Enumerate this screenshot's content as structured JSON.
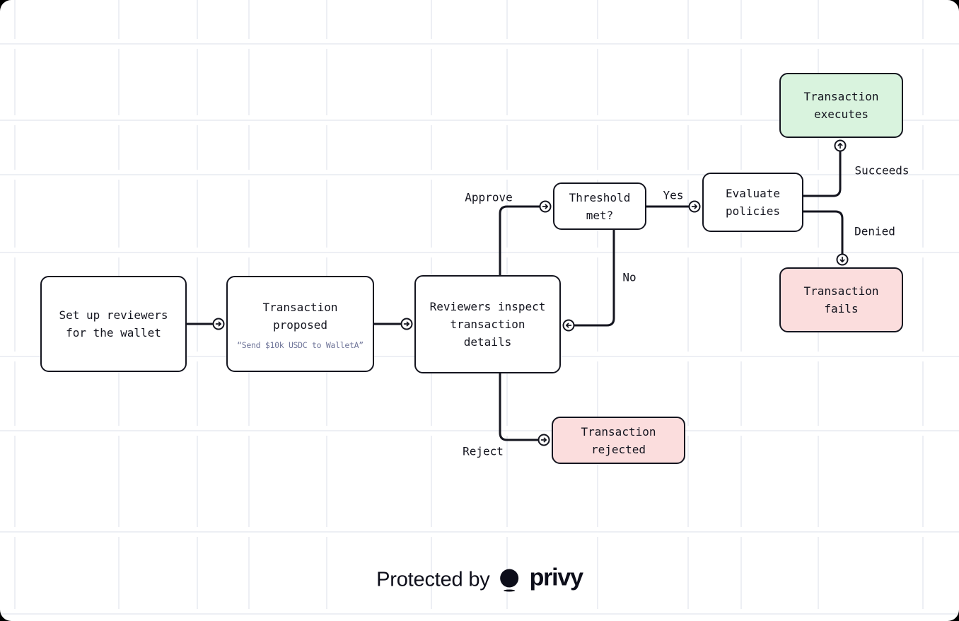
{
  "diagram": {
    "nodes": {
      "setup": {
        "label": "Set up reviewers for the wallet"
      },
      "proposed": {
        "label": "Transaction proposed",
        "subtitle": "“Send $10k USDC to WalletA”"
      },
      "inspect": {
        "label": "Reviewers inspect transaction details"
      },
      "threshold": {
        "label": "Threshold met?"
      },
      "evaluate": {
        "label": "Evaluate policies"
      },
      "executes": {
        "label": "Transaction executes"
      },
      "fails": {
        "label": "Transaction fails"
      },
      "rejected": {
        "label": "Transaction rejected"
      }
    },
    "edge_labels": {
      "approve": "Approve",
      "yes": "Yes",
      "no": "No",
      "succeeds": "Succeeds",
      "denied": "Denied",
      "reject": "Reject"
    },
    "colors": {
      "stroke": "#14151f",
      "node_fill": "#ffffff",
      "success_fill": "#d9f3de",
      "danger_fill": "#fbdddd",
      "subtitle_text": "#70769a",
      "grid_line": "#edeff4"
    }
  },
  "footer": {
    "protected_by": "Protected by",
    "brand": "privy"
  }
}
